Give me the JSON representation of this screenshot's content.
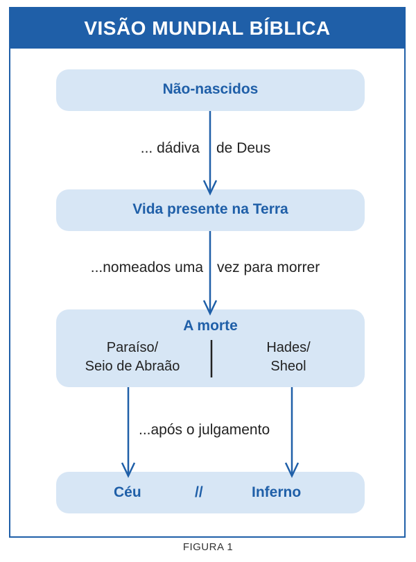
{
  "title": "VISÃO MUNDIAL BÍBLICA",
  "nodes": {
    "unborn": "Não-nascidos",
    "present_life": "Vida presente na Terra",
    "death": "A morte",
    "paradise": "Paraíso/\nSeio de Abraão",
    "hades": "Hades/\nSheol",
    "heaven": "Céu",
    "separator": "//",
    "hell": "Inferno"
  },
  "connectors": {
    "gift_left": "... dádiva",
    "gift_right": "de Deus",
    "appointed_left": "...nomeados uma",
    "appointed_right": "vez para morrer",
    "after_judgment": "...após o julgamento"
  },
  "caption": "FIGURA 1",
  "colors": {
    "accent": "#1f5fa8",
    "box_fill": "#d7e6f5"
  }
}
